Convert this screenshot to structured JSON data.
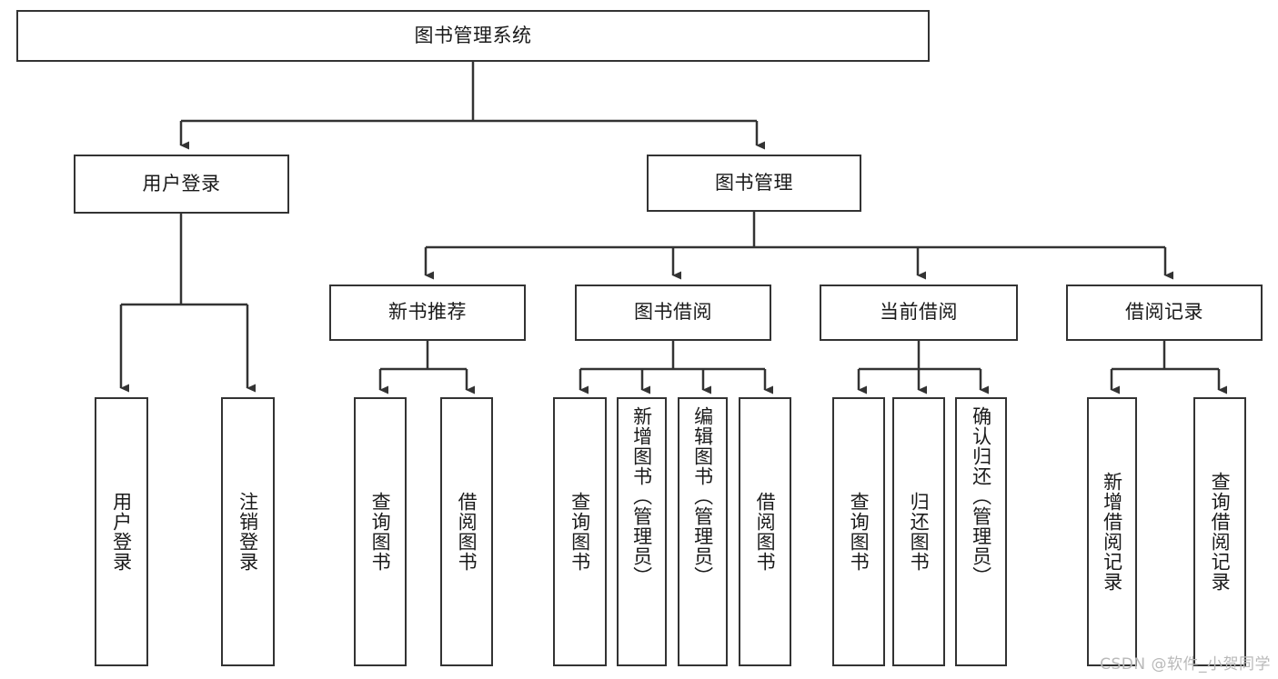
{
  "diagram": {
    "type": "hierarchy-tree",
    "title": "图书管理系统",
    "root": {
      "label": "图书管理系统"
    },
    "level1": [
      {
        "label": "用户登录"
      },
      {
        "label": "图书管理"
      }
    ],
    "level2": [
      {
        "label": "新书推荐"
      },
      {
        "label": "图书借阅"
      },
      {
        "label": "当前借阅"
      },
      {
        "label": "借阅记录"
      }
    ],
    "leaves": {
      "user_login": [
        {
          "label": "用户登录"
        },
        {
          "label": "注销登录"
        }
      ],
      "new_book_recommend": [
        {
          "label": "查询图书"
        },
        {
          "label": "借阅图书"
        }
      ],
      "book_borrow": [
        {
          "label": "查询图书"
        },
        {
          "label": "新增图书（管理员）"
        },
        {
          "label": "编辑图书（管理员）"
        },
        {
          "label": "借阅图书"
        }
      ],
      "current_borrow": [
        {
          "label": "查询图书"
        },
        {
          "label": "归还图书"
        },
        {
          "label": "确认归还（管理员）"
        }
      ],
      "borrow_record": [
        {
          "label": "新增借阅记录"
        },
        {
          "label": "查询借阅记录"
        }
      ]
    }
  },
  "watermark": {
    "text": "CSDN @软件_小贺同学"
  },
  "colors": {
    "stroke": "#333333",
    "box_fill": "#ffffff",
    "text": "#1a1a1a",
    "watermark": "#b9b9b9"
  }
}
